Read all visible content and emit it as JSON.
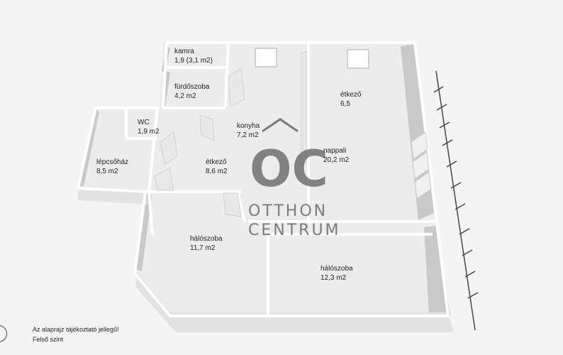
{
  "rooms": {
    "kamra": {
      "name": "kamra",
      "area": "1,9 (3,1 m2)"
    },
    "furdoszoba": {
      "name": "fürdőszoba",
      "area": "4,2 m2"
    },
    "wc": {
      "name": "WC",
      "area": "1,9 m2"
    },
    "lepcsohaz": {
      "name": "lépcsőház",
      "area": "8,5 m2"
    },
    "konyha": {
      "name": "konyha",
      "area": "7,2 m2"
    },
    "etkezo_small": {
      "name": "étkező",
      "area": "8,6 m2"
    },
    "etkezo_large": {
      "name": "étkező",
      "area": "6,5"
    },
    "nappali": {
      "name": "nappali",
      "area": "20,2 m2"
    },
    "haloszoba_1": {
      "name": "hálószoba",
      "area": "11,7 m2"
    },
    "haloszoba_2": {
      "name": "hálószoba",
      "area": "12,3 m2"
    }
  },
  "logo": {
    "line1": "OTTHON",
    "line2": "CENTRUM"
  },
  "notes": {
    "disclaimer": "Az alaprajz tájékoztató jellegű!",
    "level": "Felső szint"
  }
}
